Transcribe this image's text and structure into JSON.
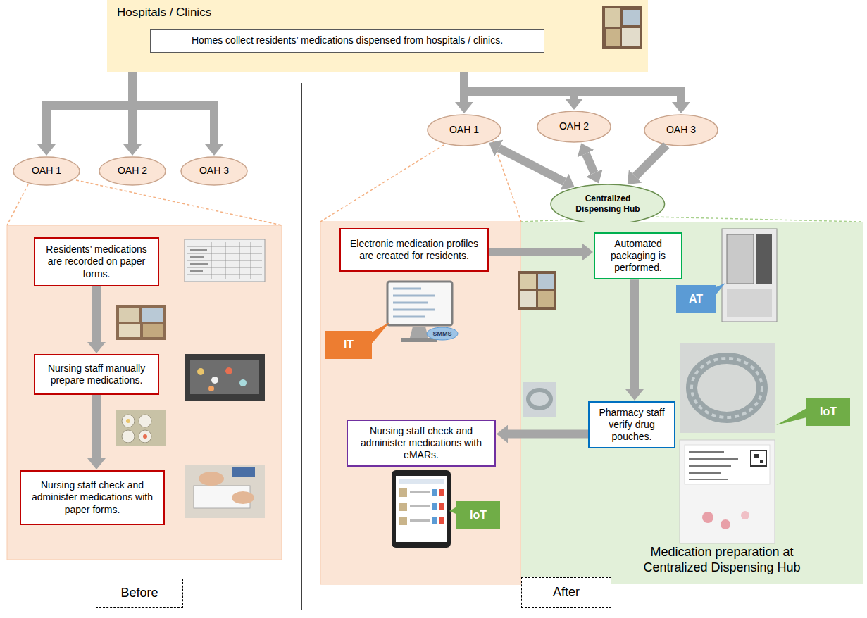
{
  "diagram": {
    "nodes": [
      {
        "text": [
          "Hospitals / Clinics"
        ]
      },
      {
        "text": [
          "Homes collect residents’ medications dispensed from hospitals / clinics."
        ],
        "in": 0
      },
      {
        "text": [
          "OAH 1"
        ]
      },
      {
        "text": [
          "OAH 2"
        ]
      },
      {
        "text": [
          "OAH 3"
        ]
      },
      {
        "text": [
          "Residents’ medications are recorded on paper forms."
        ]
      },
      {
        "text": [
          "Nursing staff manually prepare medications."
        ]
      },
      {
        "text": [
          "Nursing staff check and administer medications with paper forms."
        ]
      },
      {
        "text": [
          "OAH 1"
        ]
      },
      {
        "text": [
          "OAH 2"
        ]
      },
      {
        "text": [
          "OAH 3"
        ]
      },
      {
        "text": [
          "Centralized Dispensing Hub"
        ]
      },
      {
        "text": [
          "Electronic medication profiles are created for residents."
        ]
      },
      {
        "text": [
          "IT"
        ]
      },
      {
        "text": [
          "Medication preparation at Centralized Dispensing Hub"
        ]
      },
      {
        "text": [
          "Automated packaging is performed."
        ],
        "in": 14
      },
      {
        "text": [
          "AT"
        ],
        "in": 14
      },
      {
        "text": [
          "Pharmacy staff verify drug pouches."
        ],
        "in": 14
      },
      {
        "text": [
          "IoT"
        ],
        "in": 14
      },
      {
        "text": [
          "Nursing staff check and administer medications with eMARs."
        ]
      },
      {
        "text": [
          "IoT"
        ]
      },
      {
        "text": [
          "Before"
        ]
      },
      {
        "text": [
          "After"
        ]
      }
    ],
    "edges": [
      {
        "from": 0,
        "to": 2,
        "arrow": "to"
      },
      {
        "from": 0,
        "to": 3,
        "arrow": "to"
      },
      {
        "from": 0,
        "to": 4,
        "arrow": "to"
      },
      {
        "from": 0,
        "to": 8,
        "arrow": "to"
      },
      {
        "from": 0,
        "to": 9,
        "arrow": "to"
      },
      {
        "from": 0,
        "to": 10,
        "arrow": "to"
      },
      {
        "from": 5,
        "to": 6,
        "arrow": "to"
      },
      {
        "from": 6,
        "to": 7,
        "arrow": "to"
      },
      {
        "from": 8,
        "to": 11,
        "arrow": "both"
      },
      {
        "from": 9,
        "to": 11,
        "arrow": "both"
      },
      {
        "from": 10,
        "to": 11,
        "arrow": "to"
      },
      {
        "from": 12,
        "to": 15,
        "arrow": "to"
      },
      {
        "from": 15,
        "to": 17,
        "arrow": "to"
      },
      {
        "from": 17,
        "to": 19,
        "arrow": "to"
      }
    ],
    "labels": [
      "SMMS"
    ]
  }
}
